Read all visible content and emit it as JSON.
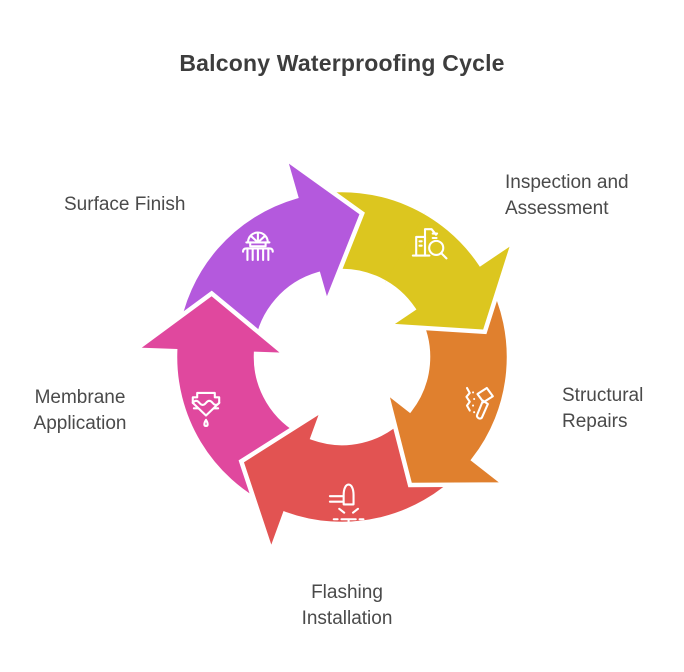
{
  "title": "Balcony Waterproofing Cycle",
  "colors": {
    "background": "#ffffff",
    "title_text": "#3d3d3d",
    "label_text": "#4a4a4a",
    "segment_divider": "#ffffff",
    "icon_stroke": "#ffffff"
  },
  "diagram": {
    "type": "cycle",
    "direction": "clockwise",
    "segment_count": 5,
    "segments": [
      {
        "label": "Inspection and Assessment",
        "color": "#dcc61f",
        "icon": "building-inspection-icon"
      },
      {
        "label": "Structural Repairs",
        "color": "#e0802e",
        "icon": "hammer-repair-icon"
      },
      {
        "label": "Flashing Installation",
        "color": "#e25352",
        "icon": "flashing-torch-icon"
      },
      {
        "label": "Membrane Application",
        "color": "#e0489e",
        "icon": "membrane-drip-icon"
      },
      {
        "label": "Surface Finish",
        "color": "#b459dd",
        "icon": "balcony-railing-icon"
      }
    ]
  }
}
